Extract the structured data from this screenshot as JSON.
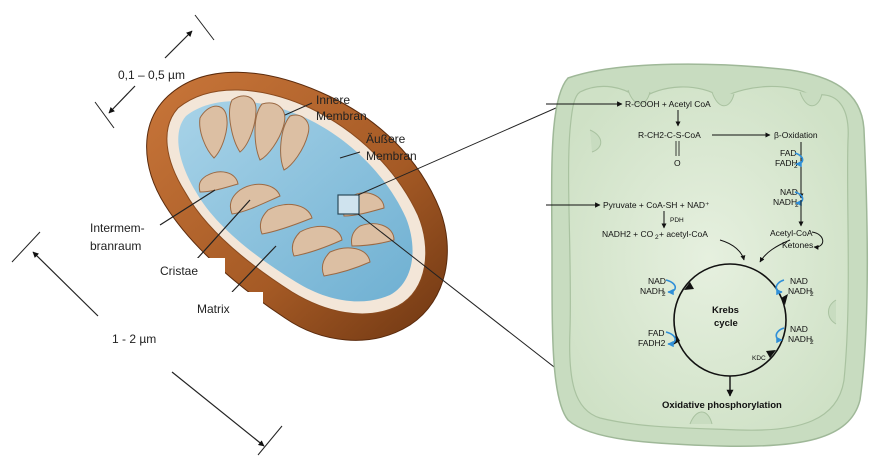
{
  "labels": {
    "width_range": "0,1 – 0,5 µm",
    "length_range": "1 - 2 µm",
    "inner_membrane_l1": "Innere",
    "inner_membrane_l2": "Membran",
    "outer_membrane_l1": "Äußere",
    "outer_membrane_l2": "Membran",
    "intermembrane_l1": "Intermem-",
    "intermembrane_l2": "branraum",
    "cristae": "Cristae",
    "matrix": "Matrix"
  },
  "pathway": {
    "r_cooh": "R-COOH + Acetyl CoA",
    "r_ch2": "R-CH2-C-S-CoA",
    "o": "O",
    "beta_oxidation": "β-Oxidation",
    "fad_beta": "FAD",
    "fadh2_beta": "FADH",
    "nad_beta": "NAD",
    "nadh2_beta": "NADH",
    "sub2": "2",
    "pyruvate": "Pyruvate + CoA-SH + NAD⁺",
    "pdh": "PDH",
    "nadh2_pdh": "NADH2 + CO",
    "acetyl_suffix": " + acetyl-CoA",
    "acetyl_coa": "Acetyl-CoA",
    "ketones": "Ketones",
    "krebs_l1": "Krebs",
    "krebs_l2": "cycle",
    "kdc": "KDC",
    "nad_tl": "NAD",
    "nadh2_tl": "NADH",
    "fad_bl": "FAD",
    "fadh2_bl": "FADH2",
    "nad_tr": "NAD",
    "nadh2_tr": "NADH",
    "nad_br": "NAD",
    "nadh2_br": "NADH",
    "oxphos": "Oxidative phosphorylation"
  },
  "colors": {
    "matrix_fill": "#d9e8d2",
    "membrane_outer": "#c8dcc0",
    "outer_brown": "#a85a26",
    "fluid_blue": "#8fc3dc",
    "crista_tan": "#d9b89a",
    "accent_blue": "#2f8fd8"
  }
}
